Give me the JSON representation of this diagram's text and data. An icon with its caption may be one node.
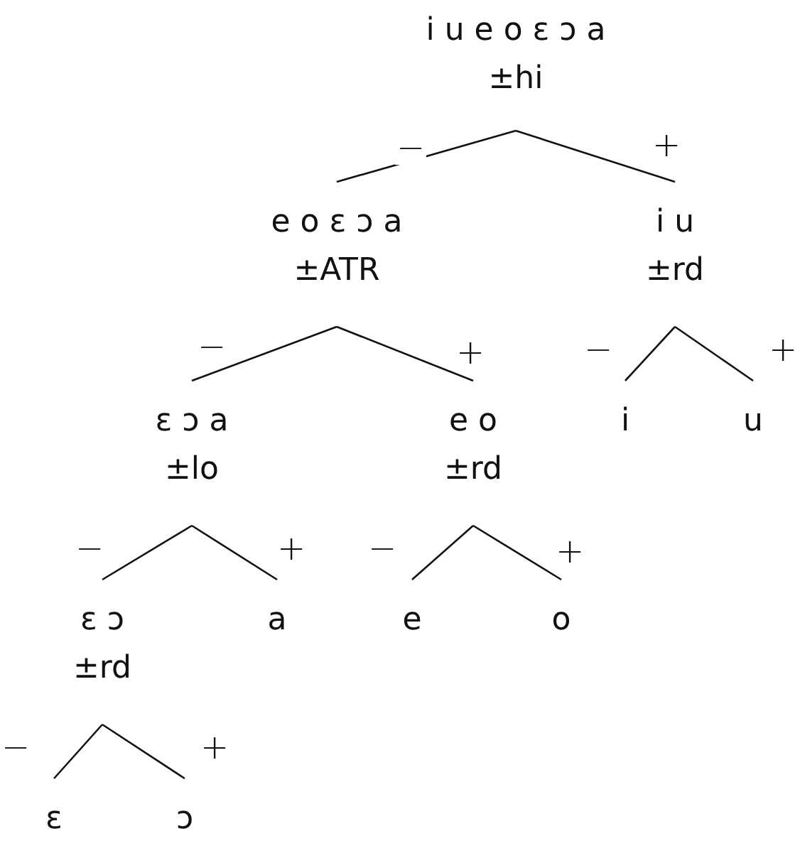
{
  "diagram": {
    "nodes": [
      {
        "text": [
          "i u e o ɛ ɔ a",
          "±hi"
        ]
      },
      {
        "text": [
          "e o ɛ ɔ a",
          "±ATR"
        ]
      },
      {
        "text": [
          "i u",
          "±rd"
        ]
      },
      {
        "text": [
          "ɛ ɔ a",
          "±lo"
        ]
      },
      {
        "text": [
          "e o",
          "±rd"
        ]
      },
      {
        "text": [
          "i"
        ]
      },
      {
        "text": [
          "u"
        ]
      },
      {
        "text": [
          "ɛ ɔ",
          "±rd"
        ]
      },
      {
        "text": [
          "a"
        ]
      },
      {
        "text": [
          "e"
        ]
      },
      {
        "text": [
          "o"
        ]
      },
      {
        "text": [
          "ɛ"
        ]
      },
      {
        "text": [
          "ɔ"
        ]
      }
    ],
    "edges": [
      {
        "from": 0,
        "to": 1,
        "arrow": "none",
        "label": "−"
      },
      {
        "from": 0,
        "to": 2,
        "arrow": "none",
        "label": "+"
      },
      {
        "from": 1,
        "to": 3,
        "arrow": "none",
        "label": "−"
      },
      {
        "from": 1,
        "to": 4,
        "arrow": "none",
        "label": "+"
      },
      {
        "from": 2,
        "to": 5,
        "arrow": "none",
        "label": "−"
      },
      {
        "from": 2,
        "to": 6,
        "arrow": "none",
        "label": "+"
      },
      {
        "from": 3,
        "to": 7,
        "arrow": "none",
        "label": "−"
      },
      {
        "from": 3,
        "to": 8,
        "arrow": "none",
        "label": "+"
      },
      {
        "from": 4,
        "to": 9,
        "arrow": "none",
        "label": "−"
      },
      {
        "from": 4,
        "to": 10,
        "arrow": "none",
        "label": "+"
      },
      {
        "from": 7,
        "to": 11,
        "arrow": "none",
        "label": "−"
      },
      {
        "from": 7,
        "to": 12,
        "arrow": "none",
        "label": "+"
      }
    ]
  }
}
